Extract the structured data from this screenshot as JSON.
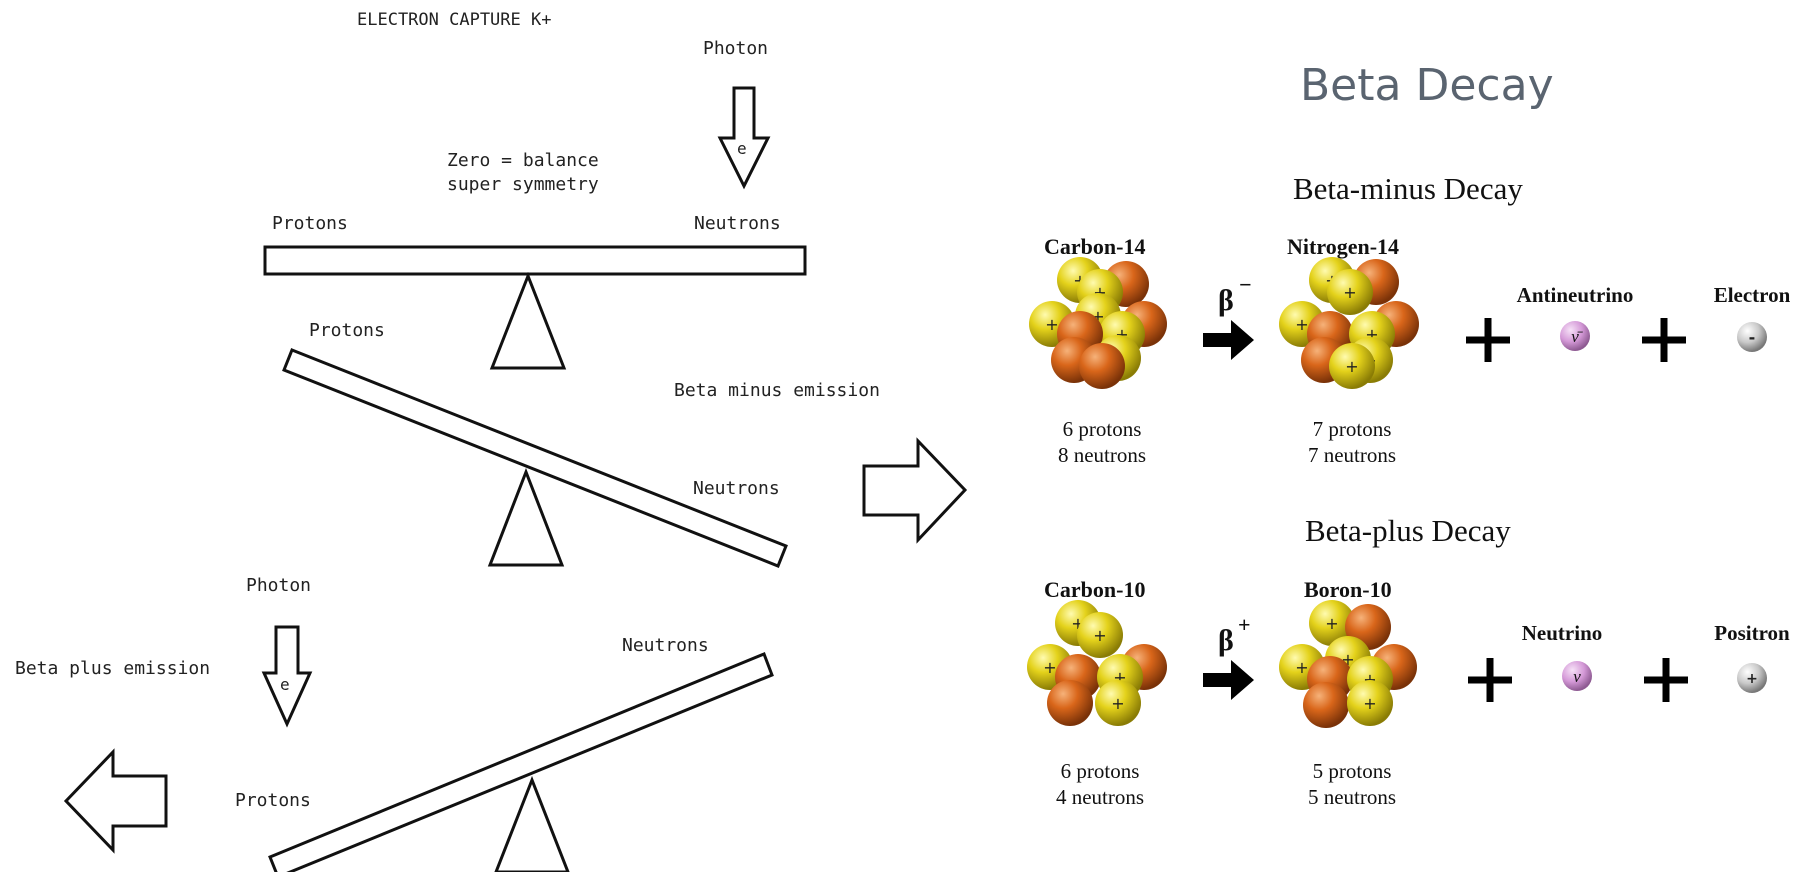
{
  "colors": {
    "proton": "#e4d21b",
    "neutron": "#d9661a",
    "title": "#5a6470",
    "antineutrino": "#d59ad8",
    "particle_grey": "#c9c9c9"
  },
  "left": {
    "heading": "ELECTRON CAPTURE K+",
    "top_photon": "Photon",
    "photon_electron": "e",
    "balance_note_1": "Zero = balance",
    "balance_note_2": "super symmetry",
    "seesaw1_left": "Protons",
    "seesaw1_right": "Neutrons",
    "seesaw2_left": "Protons",
    "seesaw2_right": "Neutrons",
    "beta_minus_label": "Beta minus emission",
    "bottom_photon": "Photon",
    "bottom_photon_electron": "e",
    "beta_plus_label": "Beta plus emission",
    "seesaw3_right": "Neutrons",
    "seesaw3_left": "Protons"
  },
  "right": {
    "title": "Beta Decay",
    "minus": {
      "heading": "Beta-minus Decay",
      "parent": "Carbon-14",
      "parent_protons": "6 protons",
      "parent_neutrons": "8 neutrons",
      "beta_symbol": "β",
      "beta_sign": "−",
      "daughter": "Nitrogen-14",
      "daughter_protons": "7 protons",
      "daughter_neutrons": "7 neutrons",
      "particle1": "Antineutrino",
      "particle1_symbol": "ν̄",
      "particle2": "Electron",
      "particle2_symbol": "-"
    },
    "plus": {
      "heading": "Beta-plus Decay",
      "parent": "Carbon-10",
      "parent_protons": "6 protons",
      "parent_neutrons": "4 neutrons",
      "beta_symbol": "β",
      "beta_sign": "+",
      "daughter": "Boron-10",
      "daughter_protons": "5 protons",
      "daughter_neutrons": "5 neutrons",
      "particle1": "Neutrino",
      "particle1_symbol": "ν",
      "particle2": "Positron",
      "particle2_symbol": "+"
    }
  }
}
